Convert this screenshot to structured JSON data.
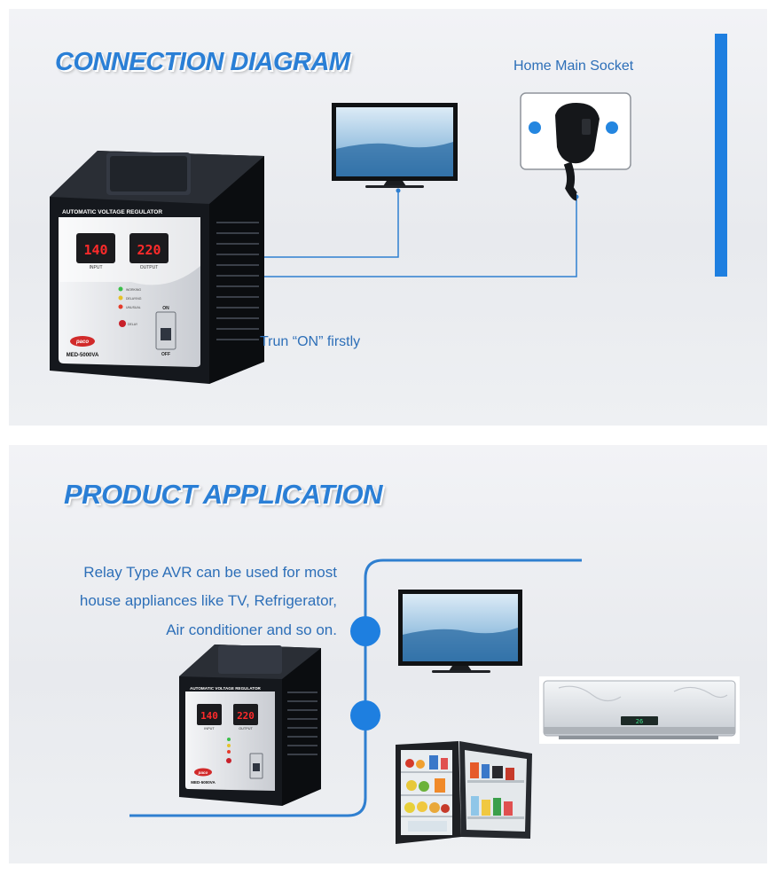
{
  "connection_diagram": {
    "title": "CONNECTION DIAGRAM",
    "socket_label": "Home Main Socket",
    "switch_callout": "Trun “ON” firstly"
  },
  "product_application": {
    "title": "PRODUCT APPLICATION",
    "description_lines": [
      "Relay Type AVR can be used for most",
      "house appliances like TV, Refrigerator,",
      "Air conditioner and so on."
    ]
  },
  "regulator": {
    "panel_title": "AUTOMATIC VOLTAGE REGULATOR",
    "input_reading": "140",
    "input_label": "INPUT",
    "output_reading": "220",
    "output_label": "OUTPUT",
    "brand": "paco",
    "model": "MED-5000VA",
    "indicators": [
      "WORKING",
      "DELAYING",
      "UNUSUAL"
    ],
    "delay_label": "DELAY",
    "switch_on": "ON",
    "switch_off": "OFF"
  },
  "ac_display": "26",
  "colors": {
    "accent": "#2a7fd6",
    "line": "#2f7fd0",
    "bar": "#1e7fe0",
    "text": "#2d6fb8"
  },
  "icons": [
    "voltage-regulator-icon",
    "tv-icon",
    "wall-socket-icon",
    "plug-icon",
    "refrigerator-icon",
    "air-conditioner-icon"
  ]
}
